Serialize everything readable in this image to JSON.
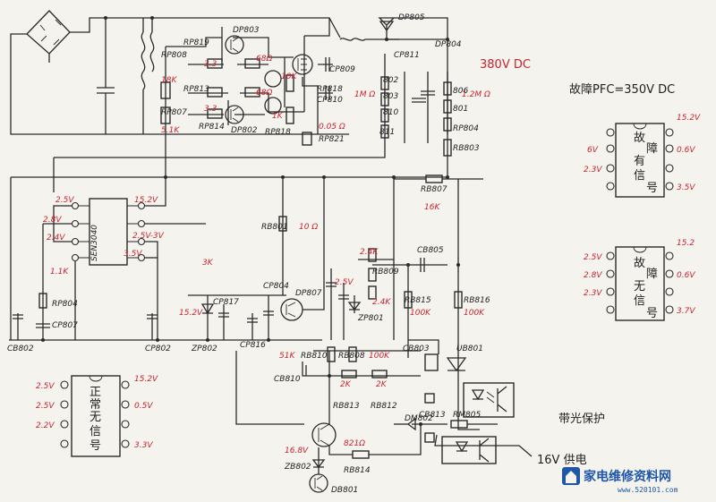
{
  "components": {
    "dp805": "DP805",
    "dp804": "DP804",
    "dp803": "DP803",
    "cp811": "CP811",
    "cp809": "CP809",
    "cp810": "CP810",
    "rp818": "RP818",
    "rp821": "RP821",
    "rp819": "RP819",
    "rp808": "RP808",
    "rp813": "RP813",
    "rp807": "RP807",
    "rp814": "RP814",
    "dp802": "DP802",
    "rp818b": "RP818",
    "rp806": "806",
    "rp801": "801",
    "rp804": "RP804",
    "rb803": "RB803",
    "rb807": "RB807",
    "rb801": "RB801",
    "cp804": "CP804",
    "dp807": "DP807",
    "cb805": "CB805",
    "rb815": "RB815",
    "rb816": "RB816",
    "cb803": "CB803",
    "ub801": "UB801",
    "rb810": "RB810",
    "rb808": "RB808",
    "cb810": "CB810",
    "rb813": "RB813",
    "rb812": "RB812",
    "rb809": "RB809",
    "zp801": "ZP801",
    "cp817": "CP817",
    "zp802": "ZP802",
    "cp816": "CP816",
    "cp802": "CP802",
    "cb802": "CB802",
    "cp807": "CP807",
    "sen": "SEN3040",
    "dm802": "DM802",
    "rm805": "RM805",
    "rb814": "RB814",
    "zb802": "ZB802",
    "db801": "DB801",
    "cb813": "CB813",
    "p802": "802",
    "p803": "803",
    "p810": "810",
    "p811": "811"
  },
  "values": {
    "r3_3a": "3.3",
    "r68a": "68Ω",
    "r18k": "18K",
    "r10k": "10K",
    "r3_3b": "3.3",
    "r68b": "68Ω",
    "r5_1k": "5.1K",
    "r1k": "1K",
    "r1m": "1M Ω",
    "r1_2m": "1.2M Ω",
    "r005": "0.05 Ω",
    "v380": "380V DC",
    "r16k": "16K",
    "r10r": "10 Ω",
    "r2_4k_a": "2.4K",
    "r2_4k_b": "2.4K",
    "v2_5_shunt": "2.5V",
    "r100k_a": "100K",
    "r100k_b": "100K",
    "r51k": "51K",
    "r100k_c": "100K",
    "r2k_a": "2K",
    "r2k_b": "2K",
    "r3k": "3K",
    "r1_1k": "1.1K",
    "v15_2": "15.2V",
    "v16_8": "16.8V",
    "r821": "821Ω",
    "v16_supply": "16V 供电",
    "standby_note": "带光保护"
  },
  "fault_title": "故障PFC=350V DC",
  "ic_left": {
    "pins_left": [
      "2.5V",
      "2.8V",
      "2.4V",
      ""
    ],
    "pins_right": [
      "15.2V",
      "",
      "2.5V-3V",
      "3.5V"
    ]
  },
  "ic_fault_signal": {
    "label_lines": [
      "故",
      "障",
      "有",
      "信",
      "号"
    ],
    "pins_left": [
      "",
      "6V",
      "2.3V",
      ""
    ],
    "pins_right": [
      "15.2V",
      "0.6V",
      "",
      "3.5V"
    ]
  },
  "ic_fault_nosignal": {
    "label_lines": [
      "故",
      "障",
      "无",
      "信",
      "号"
    ],
    "pins_left": [
      "2.5V",
      "2.8V",
      "2.3V",
      ""
    ],
    "pins_right": [
      "15.2",
      "0.6V",
      "",
      "3.7V"
    ]
  },
  "ic_normal": {
    "label_lines": [
      "正",
      "常",
      "无",
      "信",
      "号"
    ],
    "pins_left": [
      "2.5V",
      "2.5V",
      "2.2V",
      ""
    ],
    "pins_right": [
      "15.2V",
      "0.5V",
      "",
      "3.3V"
    ]
  },
  "watermark": {
    "text": "家电维修资料网",
    "url": "www.520101.com"
  }
}
